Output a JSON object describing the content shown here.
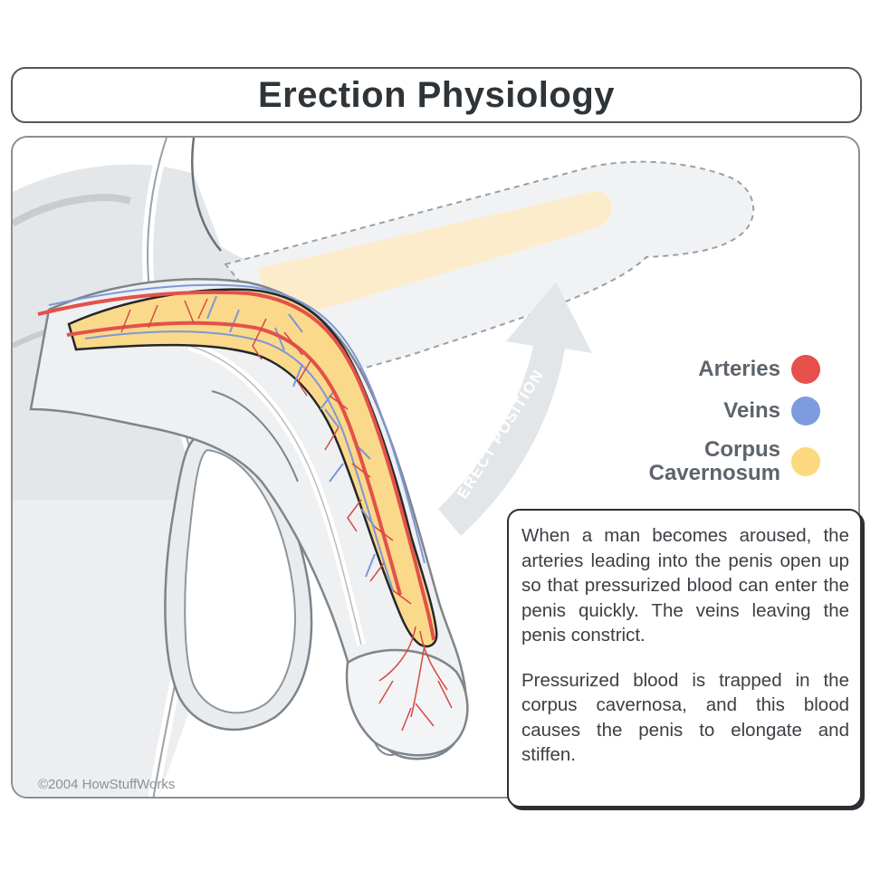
{
  "title": "Erection Physiology",
  "diagram": {
    "arrow_label": "ERECT POSITION",
    "colors": {
      "arteries": "#e2524a",
      "veins": "#7d97d8",
      "corpus": "#fbd98a",
      "tissue": "#e6e9ec",
      "outline": "#23272b"
    }
  },
  "legend": [
    {
      "label": "Arteries",
      "color": "#e8504c"
    },
    {
      "label": "Veins",
      "color": "#7e9be0"
    },
    {
      "label": "Corpus\nCavernosum",
      "color": "#fcd87e"
    }
  ],
  "description": {
    "paragraph1": "When a man becomes aroused, the arteries leading into the penis open up so that pressurized blood can enter the penis quickly. The veins leaving the penis constrict.",
    "paragraph2": "Pressurized blood is trapped in the corpus cavernosa, and this blood causes the penis to elongate and stiffen."
  },
  "credit": "©2004 HowStuffWorks"
}
